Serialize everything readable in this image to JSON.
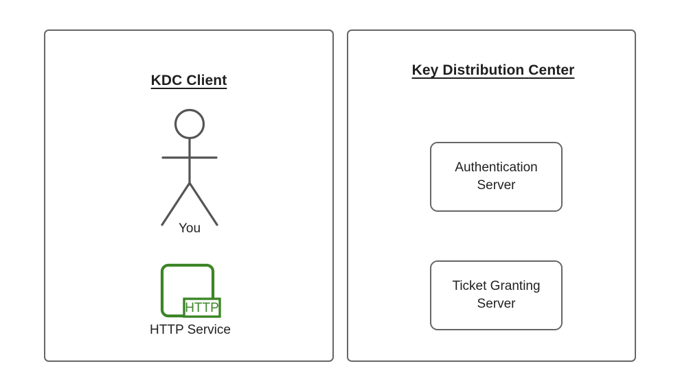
{
  "diagram": {
    "type": "kerberos-kdc-overview",
    "background_color": "#ffffff",
    "stroke_color": "#666666",
    "text_color": "#1f1f1f",
    "accent_green": "#3C8527"
  },
  "panels": [
    {
      "id": "kdc-client",
      "title": "KDC Client",
      "items": [
        {
          "id": "you",
          "label": "You",
          "icon": "stick-figure-icon"
        },
        {
          "id": "http-service",
          "label": "HTTP Service",
          "icon": "http-service-icon",
          "badge": "HTTP"
        }
      ]
    },
    {
      "id": "key-distribution-center",
      "title": "Key Distribution Center",
      "title_line_1": "Key Distribution",
      "title_line_2": "Center",
      "boxes": [
        {
          "id": "authentication-server",
          "line_1": "Authentication",
          "line_2": "Server"
        },
        {
          "id": "ticket-granting-server",
          "line_1": "Ticket Granting",
          "line_2": "Server"
        }
      ]
    }
  ]
}
